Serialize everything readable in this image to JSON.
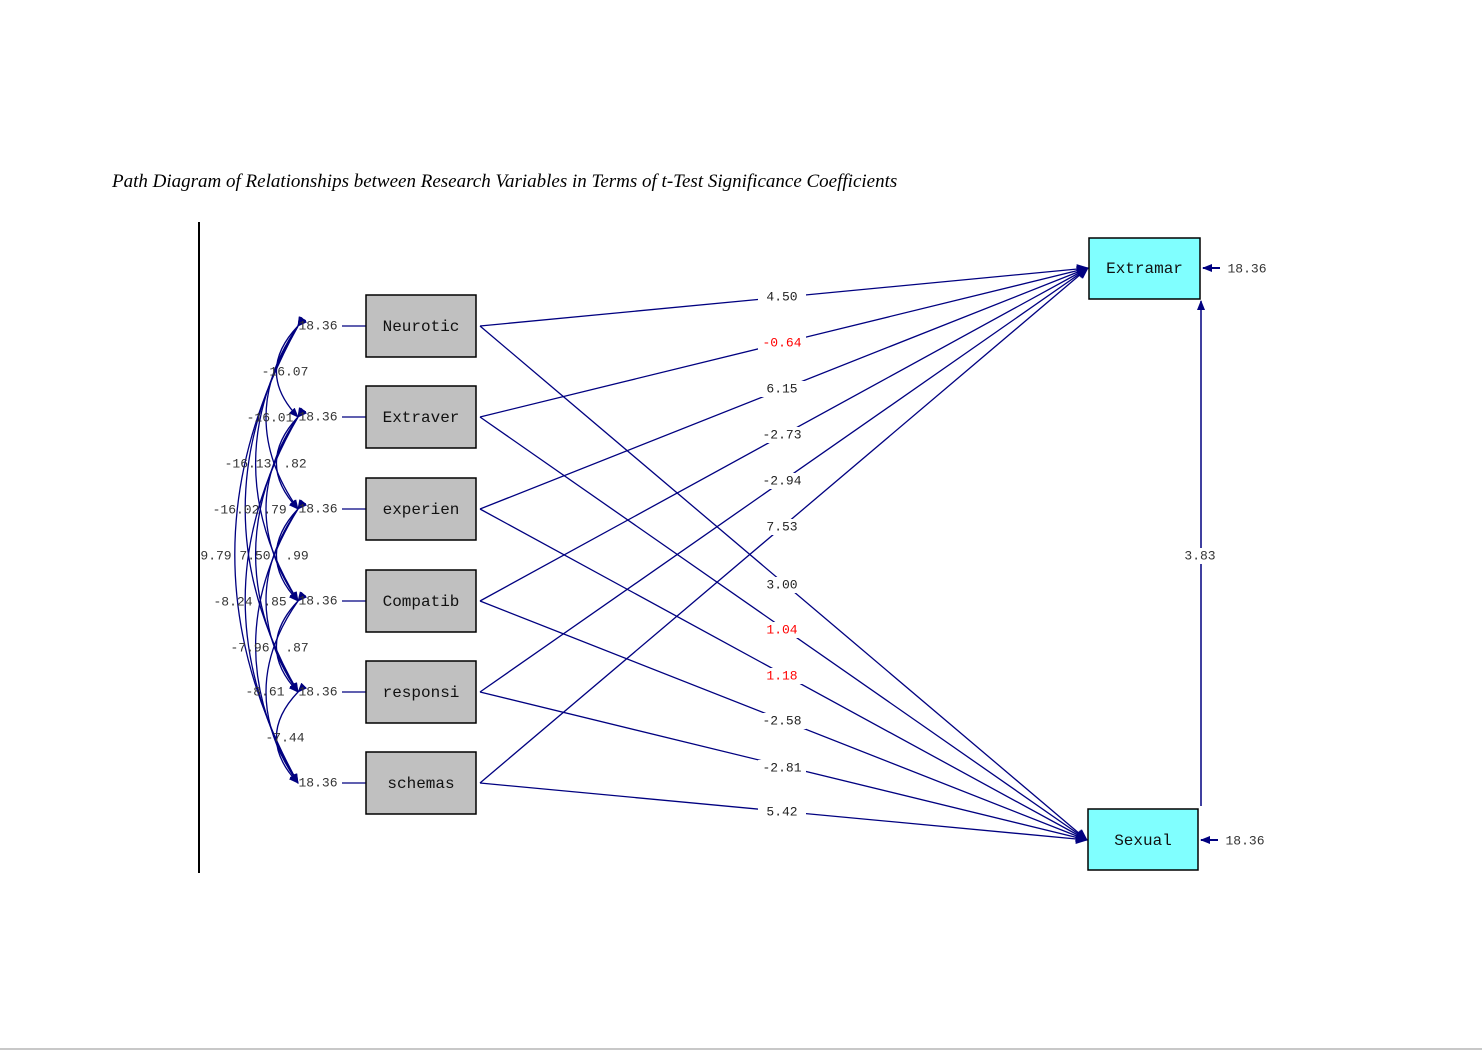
{
  "title": "Path Diagram of Relationships between Research Variables in Terms of t-Test Significance Coefficients",
  "colors": {
    "path_line": "#000080",
    "significant_label": "#222222",
    "nonsignificant_label": "#ff0000",
    "predictor_fill": "#c0c0c0",
    "outcome_fill": "#80ffff"
  },
  "predictors": [
    {
      "id": "neurotic",
      "label": "Neurotic",
      "error": "18.36"
    },
    {
      "id": "extraver",
      "label": "Extraver",
      "error": "18.36"
    },
    {
      "id": "experien",
      "label": "experien",
      "error": "18.36"
    },
    {
      "id": "compatib",
      "label": "Compatib",
      "error": "18.36"
    },
    {
      "id": "responsi",
      "label": "responsi",
      "error": "18.36"
    },
    {
      "id": "schemas",
      "label": "schemas",
      "error": "18.36"
    }
  ],
  "outcomes": [
    {
      "id": "extramar",
      "label": "Extramar",
      "error": "18.36"
    },
    {
      "id": "sexual",
      "label": "Sexual",
      "error": "18.36"
    }
  ],
  "paths_to_extramar": [
    {
      "from": "Neurotic",
      "value": "4.50",
      "significant": true
    },
    {
      "from": "Extraver",
      "value": "-0.64",
      "significant": false
    },
    {
      "from": "experien",
      "value": "6.15",
      "significant": true
    },
    {
      "from": "Compatib",
      "value": "-2.73",
      "significant": true
    },
    {
      "from": "responsi",
      "value": "-2.94",
      "significant": true
    },
    {
      "from": "schemas",
      "value": "7.53",
      "significant": true
    }
  ],
  "paths_to_sexual": [
    {
      "from": "Neurotic",
      "value": "3.00",
      "significant": true
    },
    {
      "from": "Extraver",
      "value": "1.04",
      "significant": false
    },
    {
      "from": "experien",
      "value": "1.18",
      "significant": false
    },
    {
      "from": "Compatib",
      "value": "-2.58",
      "significant": true
    },
    {
      "from": "responsi",
      "value": "-2.81",
      "significant": true
    },
    {
      "from": "schemas",
      "value": "5.42",
      "significant": true
    }
  ],
  "path_sexual_to_extramar": {
    "value": "3.83"
  },
  "covariances": [
    {
      "pair": [
        "Neurotic",
        "Extraver"
      ],
      "value": "-16.07"
    },
    {
      "pair": [
        "Neurotic",
        "experien"
      ],
      "value": "-16.01"
    },
    {
      "pair": [
        "Extraver",
        "experien"
      ],
      "value": ".82"
    },
    {
      "pair": [
        "Neurotic",
        "Compatib"
      ],
      "value": "-16.13"
    },
    {
      "pair": [
        "Neurotic",
        "responsi"
      ],
      "value": "-16.02"
    },
    {
      "pair": [
        "Extraver",
        "Compatib"
      ],
      "value": ".79"
    },
    {
      "pair": [
        "Neurotic",
        "schemas"
      ],
      "value": "9.79"
    },
    {
      "pair": [
        "Extraver",
        "responsi"
      ],
      "value": "7.50"
    },
    {
      "pair": [
        "experien",
        "Compatib"
      ],
      "value": ".99"
    },
    {
      "pair": [
        "Extraver",
        "schemas"
      ],
      "value": "-8.24"
    },
    {
      "pair": [
        "experien",
        "responsi"
      ],
      "value": ".85"
    },
    {
      "pair": [
        "experien",
        "schemas"
      ],
      "value": "-7.96"
    },
    {
      "pair": [
        "Compatib",
        "responsi"
      ],
      "value": ".87"
    },
    {
      "pair": [
        "Compatib",
        "schemas"
      ],
      "value": "-8.61"
    },
    {
      "pair": [
        "responsi",
        "schemas"
      ],
      "value": "-7.44"
    }
  ]
}
